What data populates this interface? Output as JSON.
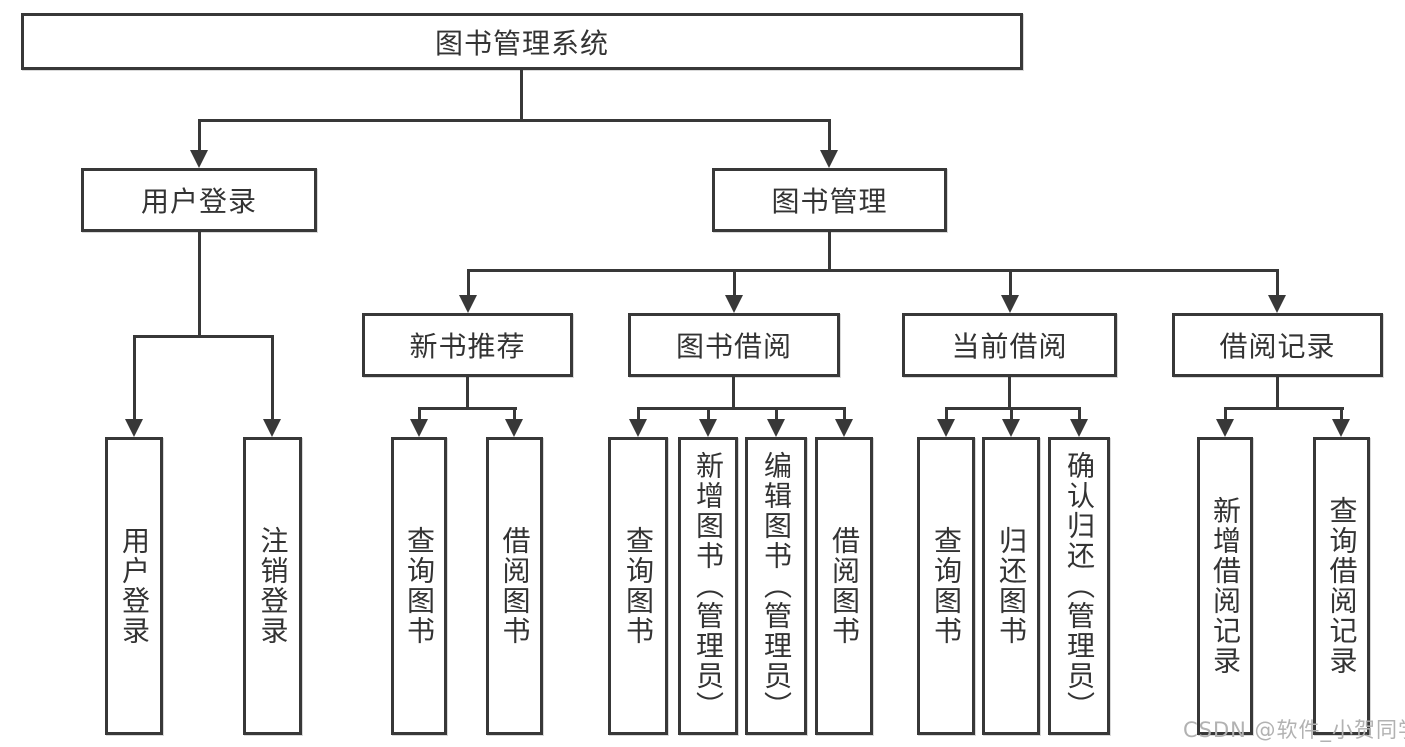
{
  "diagram": {
    "type": "functional-decomposition-tree",
    "colors": {
      "line": "#383838",
      "box_border": "#383838",
      "text": "#333333",
      "background": "#ffffff",
      "watermark": "#b2b2b2"
    }
  },
  "tree": {
    "root": {
      "label": "图书管理系统",
      "children": [
        {
          "label": "用户登录",
          "children": [
            {
              "label": "用户登录"
            },
            {
              "label": "注销登录"
            }
          ]
        },
        {
          "label": "图书管理",
          "children": [
            {
              "label": "新书推荐",
              "children": [
                {
                  "label": "查询图书"
                },
                {
                  "label": "借阅图书"
                }
              ]
            },
            {
              "label": "图书借阅",
              "children": [
                {
                  "label": "查询图书"
                },
                {
                  "label": "新增图书（管理员）"
                },
                {
                  "label": "编辑图书（管理员）"
                },
                {
                  "label": "借阅图书"
                }
              ]
            },
            {
              "label": "当前借阅",
              "children": [
                {
                  "label": "查询图书"
                },
                {
                  "label": "归还图书"
                },
                {
                  "label": "确认归还（管理员）"
                }
              ]
            },
            {
              "label": "借阅记录",
              "children": [
                {
                  "label": "新增借阅记录"
                },
                {
                  "label": "查询借阅记录"
                }
              ]
            }
          ]
        }
      ]
    }
  },
  "watermark": {
    "text": "CSDN @软件_小贺同学"
  }
}
